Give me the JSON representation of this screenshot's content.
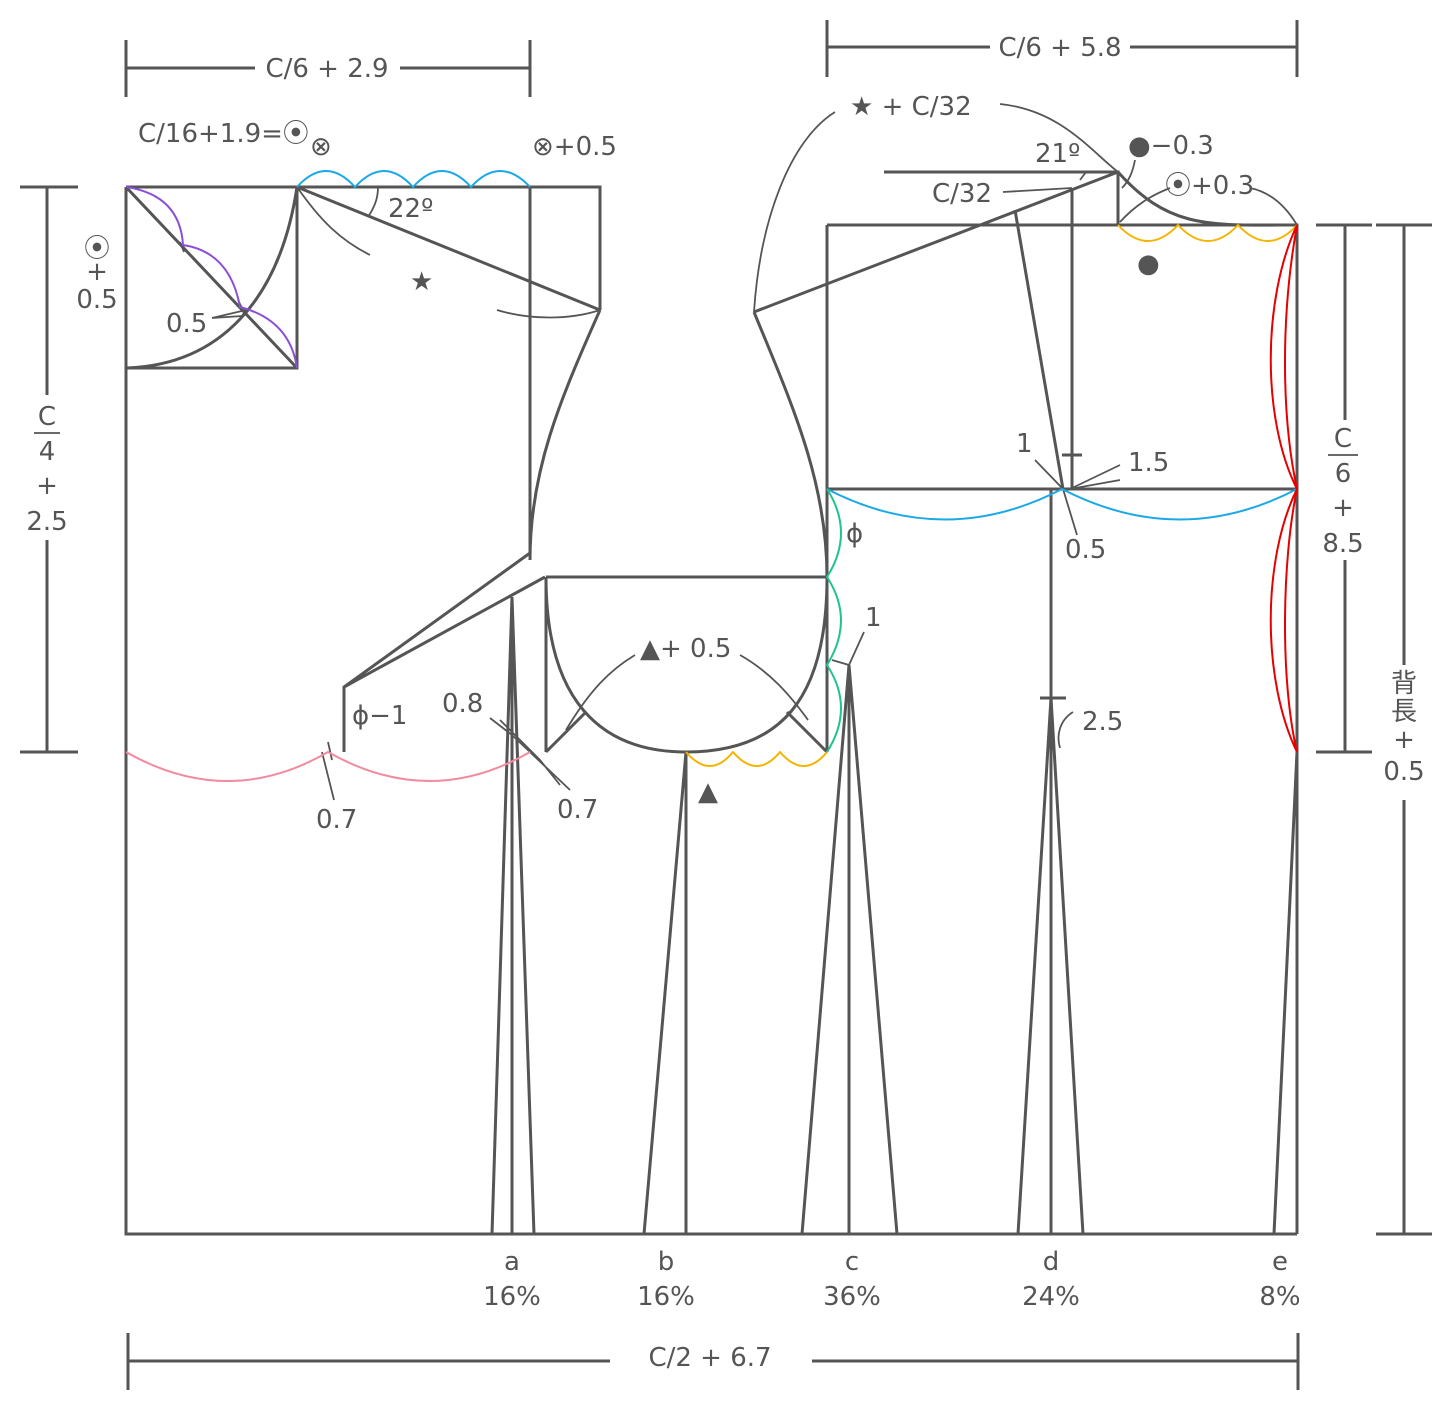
{
  "colors": {
    "line": "#555555",
    "blue": "#1aa9e6",
    "purple": "#8b4fd6",
    "orange": "#f5b400",
    "green": "#1ec48c",
    "pink": "#f28aa0",
    "red": "#e60000"
  },
  "dimensions": {
    "back_width": "C/6 + 2.9",
    "front_width": "C/6 + 5.8",
    "total_width": "C/2 + 6.7",
    "back_height": [
      "C",
      "4",
      "+",
      "2.5"
    ],
    "front_height": [
      "C",
      "6",
      "+",
      "8.5"
    ],
    "back_length": [
      "背",
      "長",
      "+",
      "0.5"
    ]
  },
  "labels": {
    "neck_width": "C/16+1.9=⦿",
    "cross_mark": "⊗",
    "cross_plus": "⊗+0.5",
    "neck_depth": [
      "⦿",
      "+",
      "0.5"
    ],
    "neck_offset": "0.5",
    "back_angle": "22º",
    "star": "★",
    "star_plus": "★ + C/32",
    "front_angle": "21º",
    "c32": "C/32",
    "dot_minus": "●−0.3",
    "circ_plus": "⦿+0.3",
    "dot": "●",
    "one_a": "1",
    "one_five": "1.5",
    "half": "0.5",
    "phi": "ϕ",
    "one_b": "1",
    "tri_plus": "▲+ 0.5",
    "tri": "▲",
    "two_five": "2.5",
    "phi_minus": "ϕ−1",
    "zero_eight": "0.8",
    "zero_seven_a": "0.7",
    "zero_seven_b": "0.7"
  },
  "darts": [
    {
      "letter": "a",
      "percent": "16%"
    },
    {
      "letter": "b",
      "percent": "16%"
    },
    {
      "letter": "c",
      "percent": "36%"
    },
    {
      "letter": "d",
      "percent": "24%"
    },
    {
      "letter": "e",
      "percent": "8%"
    }
  ]
}
